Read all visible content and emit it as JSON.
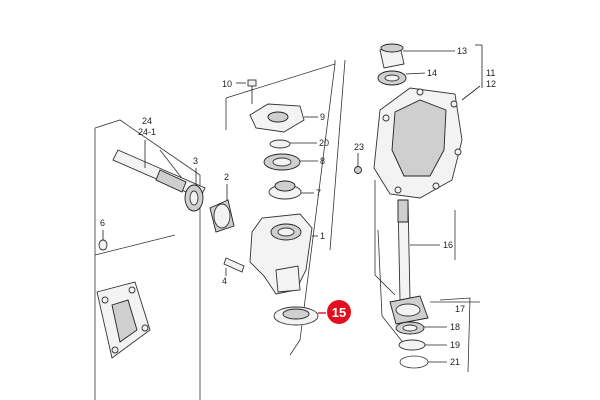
{
  "labels": {
    "p1": "1",
    "p2": "2",
    "p3": "3",
    "p4": "4",
    "p6": "6",
    "p7": "7",
    "p8": "8",
    "p9": "9",
    "p10": "10",
    "p11": "11",
    "p12": "12",
    "p13": "13",
    "p14": "14",
    "p16": "16",
    "p17": "17",
    "p18": "18",
    "p19": "19",
    "p20": "20",
    "p21": "21",
    "p23": "23",
    "p24": "24",
    "p24_1": "24-1"
  },
  "highlight": {
    "text": "15",
    "color": "#e0101e"
  }
}
